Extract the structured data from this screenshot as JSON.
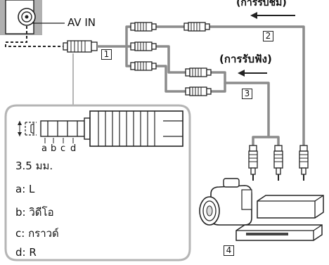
{
  "labels": {
    "av_in": "AV IN",
    "top_right_caption": "(การรับชม)",
    "audio_caption": "(การรับฟัง)",
    "size": "3.5 มม.",
    "pin_letters": [
      "a",
      "b",
      "c",
      "d"
    ]
  },
  "callouts": [
    "1",
    "2",
    "3",
    "4"
  ],
  "legend": [
    "a: L",
    "b: วิดีโอ",
    "c: กราวด์",
    "d: R"
  ],
  "colors": {
    "cable": "#8c8c8c",
    "panel_fill": "#b0b0b0",
    "inset_border": "#b5b5b5",
    "line": "#222222"
  },
  "icons": [
    "av-in-socket-icon",
    "camcorder-icon",
    "set-top-box-icon",
    "dvd-player-icon",
    "arrow-left-icon"
  ]
}
